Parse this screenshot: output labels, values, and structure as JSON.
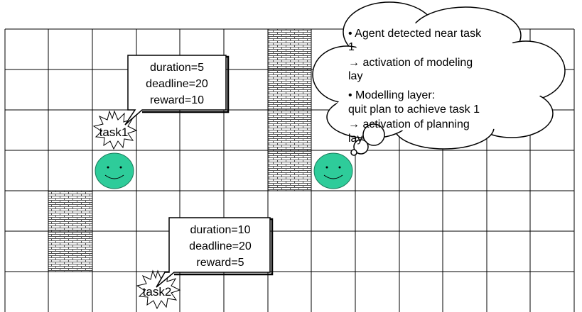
{
  "task1": {
    "label": "task1",
    "info": {
      "line1": "duration=5",
      "line2": "deadline=20",
      "line3": "reward=10"
    }
  },
  "task2": {
    "label": "task2",
    "info": {
      "line1": "duration=10",
      "line2": "deadline=20",
      "line3": "reward=5"
    }
  },
  "thought": {
    "line1": "• Agent detected near task",
    "line2": "1",
    "line3": "→ activation of modeling",
    "line4": "lay",
    "line5": "• Modelling layer:",
    "line6": "quit plan to achieve task 1",
    "line7": "→ activation of planning",
    "line8": "lay"
  },
  "colors": {
    "agent": "#2ecc9a",
    "wall_bg": "#ffffff",
    "wall_brick": "#555555",
    "grid": "#000000"
  }
}
